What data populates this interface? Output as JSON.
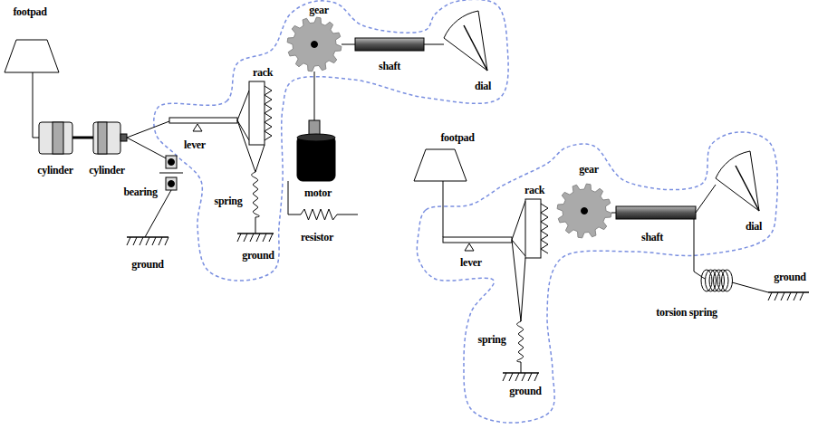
{
  "diagram": {
    "labels": [
      "footpad",
      "cylinder",
      "cylinder",
      "bearing",
      "ground",
      "lever",
      "rack",
      "spring",
      "ground",
      "gear",
      "shaft",
      "dial",
      "motor",
      "resistor",
      "footpad",
      "gear",
      "rack",
      "lever",
      "shaft",
      "dial",
      "spring",
      "ground",
      "torsion spring",
      "ground"
    ]
  }
}
